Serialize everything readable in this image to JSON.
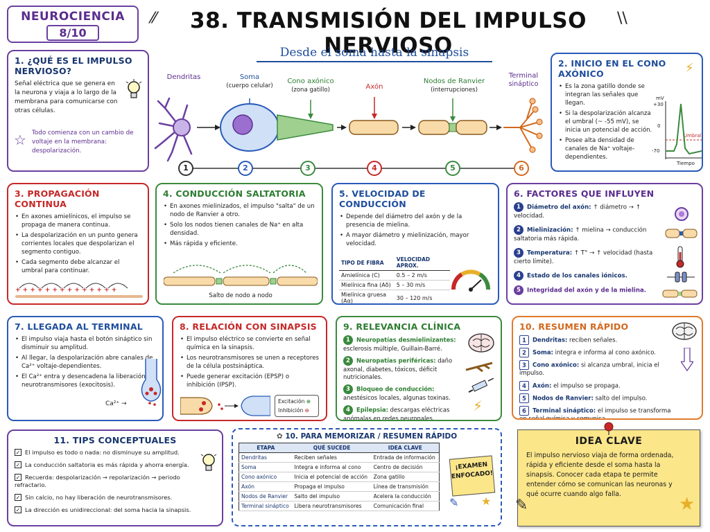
{
  "header": {
    "subject": "NEUROCIENCIA",
    "page": "8/10",
    "title": "38. TRANSMISIÓN DEL IMPULSO NERVIOSO",
    "subtitle": "Desde el soma hasta la sinapsis"
  },
  "diagram": {
    "labels": [
      {
        "name": "Dendritas",
        "sub": ""
      },
      {
        "name": "Soma",
        "sub": "(cuerpo celular)"
      },
      {
        "name": "Cono axónico",
        "sub": "(zona gatillo)"
      },
      {
        "name": "Axón",
        "sub": ""
      },
      {
        "name": "Nodos de Ranvier",
        "sub": "(interrupciones)"
      },
      {
        "name": "Terminal",
        "sub": "sináptico"
      }
    ],
    "steps": [
      "1",
      "2",
      "3",
      "4",
      "5",
      "6"
    ]
  },
  "s1": {
    "title": "1. ¿QUÉ ES EL IMPULSO NERVIOSO?",
    "text": "Señal eléctrica que se genera en la neurona y viaja a lo largo de la membrana para comunicarse con otras células.",
    "note": "Todo comienza con un cambio de voltaje en la membrana: despolarización."
  },
  "s2": {
    "title": "2. INICIO EN EL CONO AXÓNICO",
    "bullets": [
      "Es la zona gatillo donde se integran las señales que llegan.",
      "Si la despolarización alcanza el umbral (~ -55 mV), se inicia un potencial de acción.",
      "Posee alta densidad de canales de Na⁺ voltaje-dependientes."
    ],
    "graph": {
      "unit": "mV",
      "top": "+30",
      "zero": "0",
      "bottom": "-70",
      "threshold": "Umbral",
      "xlabel": "Tiempo"
    }
  },
  "s3": {
    "title": "3. PROPAGACIÓN CONTINUA",
    "bullets": [
      "En axones amielínicos, el impulso se propaga de manera continua.",
      "La despolarización en un punto genera corrientes locales que despolarizan el segmento contiguo.",
      "Cada segmento debe alcanzar el umbral para continuar."
    ],
    "charges": "+ + + + + + + + + + + + + +",
    "charges2": "− − − − − − − − − − − − − −"
  },
  "s4": {
    "title": "4. CONDUCCIÓN SALTATORIA",
    "bullets": [
      "En axones mielinizados, el impulso \"salta\" de un nodo de Ranvier a otro.",
      "Solo los nodos tienen canales de Na⁺ en alta densidad.",
      "Más rápida y eficiente."
    ],
    "caption": "Salto de nodo a nodo"
  },
  "s5": {
    "title": "5. VELOCIDAD DE CONDUCCIÓN",
    "bullets": [
      "Depende del diámetro del axón y de la presencia de mielina.",
      "A mayor diámetro y mielinización, mayor velocidad."
    ],
    "headers": [
      "TIPO DE FIBRA",
      "VELOCIDAD APROX."
    ],
    "rows": [
      [
        "Amielínica (C)",
        "0.5 – 2 m/s"
      ],
      [
        "Mielínica fina (Aδ)",
        "5 – 30 m/s"
      ],
      [
        "Mielínica gruesa (Aα)",
        "30 – 120 m/s"
      ]
    ]
  },
  "s6": {
    "title": "6. FACTORES QUE INFLUYEN",
    "items": [
      {
        "n": "1",
        "label": "Diámetro del axón:",
        "text": "↑ diámetro → ↑ velocidad."
      },
      {
        "n": "2",
        "label": "Mielinización:",
        "text": "↑ mielina → conducción saltatoria más rápida."
      },
      {
        "n": "3",
        "label": "Temperatura:",
        "text": "↑ T° → ↑ velocidad (hasta cierto límite)."
      },
      {
        "n": "4",
        "label": "Estado de los canales iónicos.",
        "text": ""
      },
      {
        "n": "5",
        "label": "Integridad del axón y de la mielina.",
        "text": ""
      }
    ]
  },
  "s7": {
    "title": "7. LLEGADA AL TERMINAL",
    "bullets": [
      "El impulso viaja hasta el botón sináptico sin disminuir su amplitud.",
      "Al llegar, la despolarización abre canales de Ca²⁺ voltaje-dependientes.",
      "El Ca²⁺ entra y desencadena la liberación de neurotransmisores (exocitosis)."
    ],
    "ion": "Ca²⁺"
  },
  "s8": {
    "title": "8. RELACIÓN CON SINAPSIS",
    "bullets": [
      "El impulso eléctrico se convierte en señal química en la sinapsis.",
      "Los neurotransmisores se unen a receptores de la célula postsináptica.",
      "Puede generar excitación (EPSP) o inhibición (IPSP)."
    ],
    "legend": [
      "Excitación",
      "Inhibición"
    ]
  },
  "s9": {
    "title": "9. RELEVANCIA CLÍNICA",
    "items": [
      {
        "n": "1",
        "label": "Neuropatías desmielinizantes:",
        "text": "esclerosis múltiple, Guillain-Barré."
      },
      {
        "n": "2",
        "label": "Neuropatías periféricas:",
        "text": "daño axonal, diabetes, tóxicos, déficit nutricionales."
      },
      {
        "n": "3",
        "label": "Bloqueo de conducción:",
        "text": "anestésicos locales, algunas toxinas."
      },
      {
        "n": "4",
        "label": "Epilepsia:",
        "text": "descargas eléctricas anómalas en redes neuronales."
      }
    ]
  },
  "s10": {
    "title": "10. RESUMEN RÁPIDO",
    "items": [
      {
        "n": "1",
        "label": "Dendritas:",
        "text": "reciben señales."
      },
      {
        "n": "2",
        "label": "Soma:",
        "text": "integra e informa al cono axónico."
      },
      {
        "n": "3",
        "label": "Cono axónico:",
        "text": "si alcanza umbral, inicia el impulso."
      },
      {
        "n": "4",
        "label": "Axón:",
        "text": "el impulso se propaga."
      },
      {
        "n": "5",
        "label": "Nodos de Ranvier:",
        "text": "salto del impulso."
      },
      {
        "n": "6",
        "label": "Terminal sináptico:",
        "text": "el impulso se transforma en señal química y comunica."
      }
    ]
  },
  "s11": {
    "title": "11. TIPS CONCEPTUALES",
    "items": [
      "El impulso es todo o nada: no disminuye su amplitud.",
      "La conducción saltatoria es más rápida y ahorra energía.",
      "Recuerda: despolarización → repolarización → periodo refractario.",
      "Sin calcio, no hay liberación de neurotransmisores.",
      "La dirección es unidireccional: del soma hacia la sinapsis."
    ]
  },
  "memo": {
    "title": "10. PARA MEMORIZAR / RESUMEN RÁPIDO",
    "headers": [
      "ETAPA",
      "QUÉ SUCEDE",
      "IDEA CLAVE"
    ],
    "rows": [
      [
        "Dendritas",
        "Reciben señales",
        "Entrada de información"
      ],
      [
        "Soma",
        "Integra e informa al cono",
        "Centro de decisión"
      ],
      [
        "Cono axónico",
        "Inicia el potencial de acción",
        "Zona gatillo"
      ],
      [
        "Axón",
        "Propaga el impulso",
        "Línea de transmisión"
      ],
      [
        "Nodos de Ranvier",
        "Salto del impulso",
        "Acelera la conducción"
      ],
      [
        "Terminal sináptico",
        "Libera neurotransmisores",
        "Comunicación final"
      ]
    ],
    "stamp": "¡EXAMEN ENFOCADO!"
  },
  "idea": {
    "title": "IDEA CLAVE",
    "text": "El impulso nervioso viaja de forma ordenada, rápida y eficiente desde el soma hasta la sinapsis. Conocer cada etapa te permite entender cómo se comunican las neuronas y qué ocurre cuando algo falla."
  },
  "colors": {
    "purple": "#6a3fa0",
    "blue": "#2a5ab8",
    "green": "#3b8a3e",
    "red": "#c62828",
    "orange": "#e07a2a",
    "note_bg": "#fbe68a"
  }
}
